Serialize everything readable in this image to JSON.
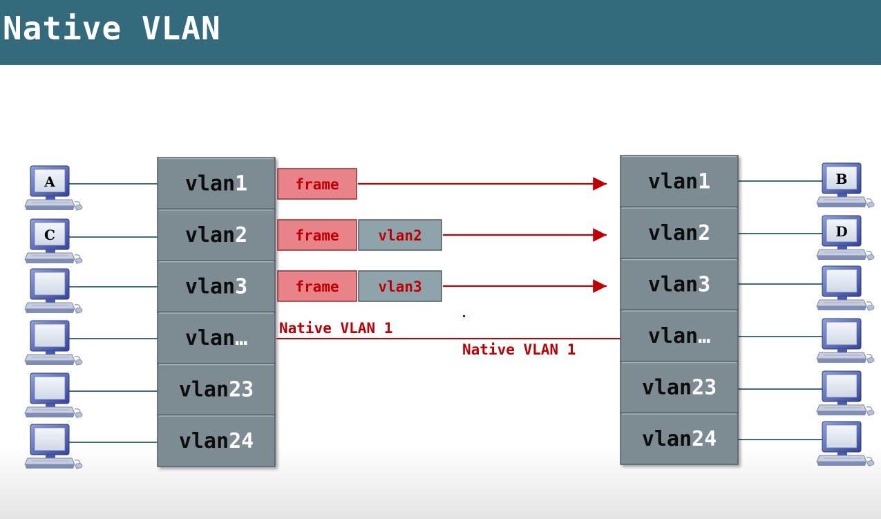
{
  "title": "Native VLAN",
  "colors": {
    "title_bar": "#336b7c",
    "port_fill": "#7b8c92",
    "frame_fill": "#e8838a",
    "tag_fill": "#8fa3aa",
    "trunk_line": "#c00000",
    "cable": "#3a6e7d"
  },
  "left_switch": {
    "ports": [
      {
        "name": "vlan",
        "num": "1"
      },
      {
        "name": "vlan",
        "num": "2"
      },
      {
        "name": "vlan",
        "num": "3"
      },
      {
        "name": "vlan",
        "num": "…"
      },
      {
        "name": "vlan",
        "num": "23"
      },
      {
        "name": "vlan",
        "num": "24"
      }
    ]
  },
  "right_switch": {
    "ports": [
      {
        "name": "vlan",
        "num": "1"
      },
      {
        "name": "vlan",
        "num": "2"
      },
      {
        "name": "vlan",
        "num": "3"
      },
      {
        "name": "vlan",
        "num": "…"
      },
      {
        "name": "vlan",
        "num": "23"
      },
      {
        "name": "vlan",
        "num": "24"
      }
    ]
  },
  "left_hosts": [
    "A",
    "C",
    "",
    "",
    "",
    ""
  ],
  "right_hosts": [
    "B",
    "D",
    "",
    "",
    "",
    ""
  ],
  "frames": [
    {
      "frame": "frame",
      "tag": ""
    },
    {
      "frame": "frame",
      "tag": "vlan2"
    },
    {
      "frame": "frame",
      "tag": "vlan3"
    }
  ],
  "native_label_left": "Native VLAN 1",
  "native_label_right": "Native VLAN 1",
  "icons": {
    "host": "computer-icon"
  }
}
